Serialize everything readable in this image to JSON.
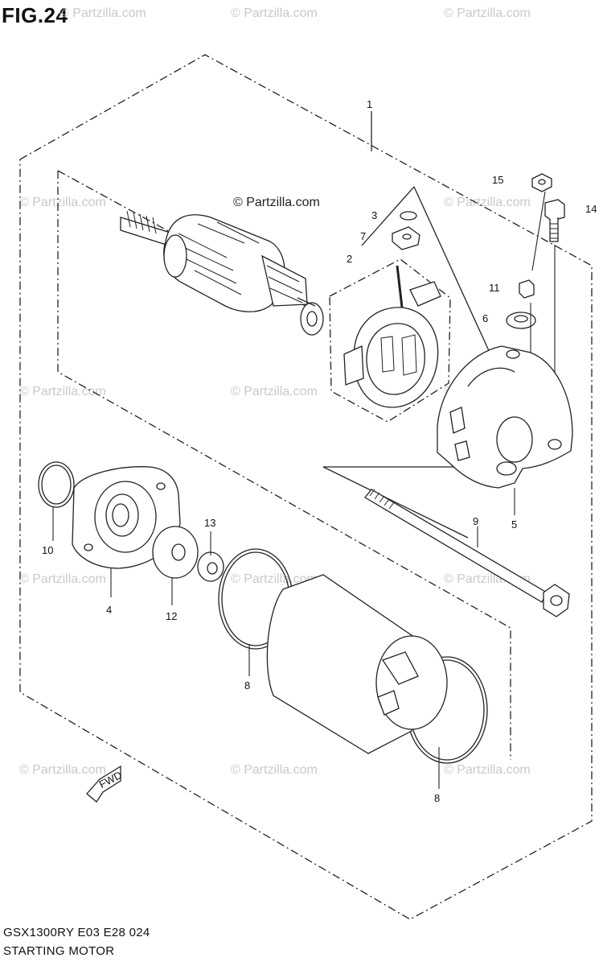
{
  "figure": {
    "title": "FIG.24",
    "copyright": "© Partzilla.com",
    "model_line": "GSX1300RY E03 E28  024",
    "name_line": "STARTING MOTOR"
  },
  "watermark_text": "© Partzilla.com",
  "fwd_label": "FWD",
  "callouts": {
    "c1": "1",
    "c2": "2",
    "c3": "3",
    "c4": "4",
    "c5": "5",
    "c6": "6",
    "c7": "7",
    "c8a": "8",
    "c8b": "8",
    "c9": "9",
    "c10": "10",
    "c11": "11",
    "c12": "12",
    "c13": "13",
    "c14": "14",
    "c15": "15"
  },
  "colors": {
    "line": "#222222",
    "watermark": "#c9c9c9"
  }
}
